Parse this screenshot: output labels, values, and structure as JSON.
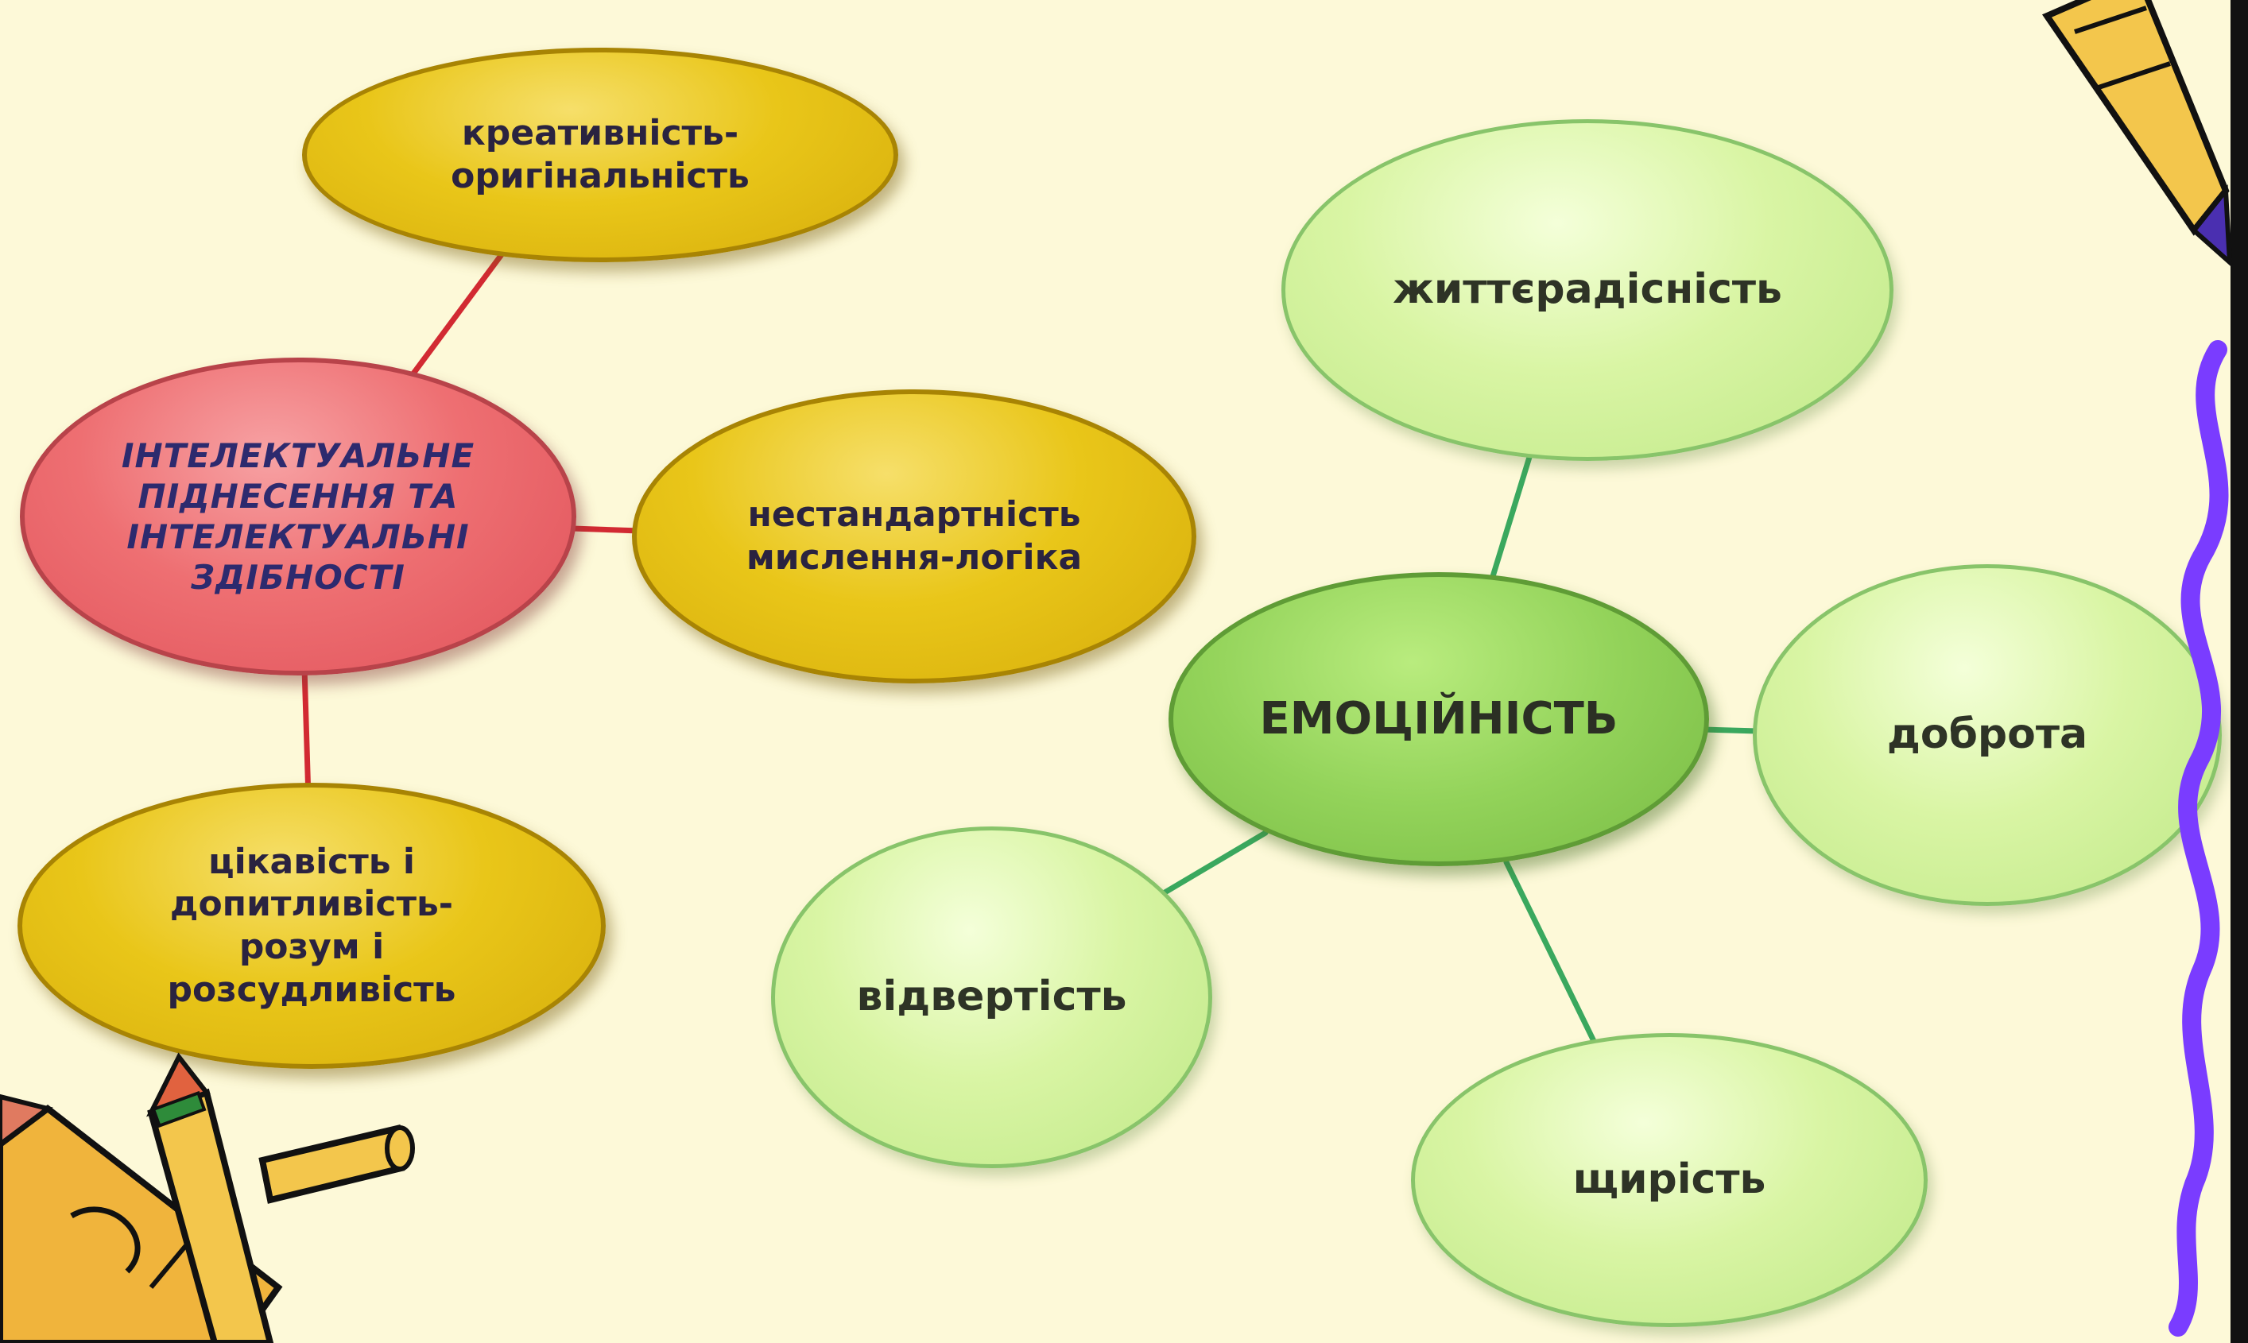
{
  "left_map": {
    "center": "ІНТЕЛЕКТУАЛЬНЕ\nПІДНЕСЕННЯ ТА\nІНТЕЛЕКТУАЛЬНІ\nЗДІБНОСТІ",
    "creativity": "креативність-\nоригінальність",
    "thinking": "нестандартність\nмислення-логіка",
    "curiosity": "цікавість і\nдопитливість-\nрозум і\nрозсудливість"
  },
  "right_map": {
    "center": "ЕМОЦІЙНІСТЬ",
    "cheerfulness": "життєрадісність",
    "kindness": "доброта",
    "openness": "відвертість",
    "sincerity": "щирість"
  },
  "colors": {
    "background": "#fdf9d8",
    "left_connector": "#d22a32",
    "right_connector": "#3aa85e",
    "yellow_node": "#e9c619",
    "red_node": "#ee6f72",
    "light_green_node": "#d9f5a4",
    "dark_green_node": "#93d35a",
    "border_right": "#7a3cff"
  },
  "icons": [
    "pencil-icon",
    "pencil-icon",
    "pencil-icon",
    "wavy-border"
  ]
}
